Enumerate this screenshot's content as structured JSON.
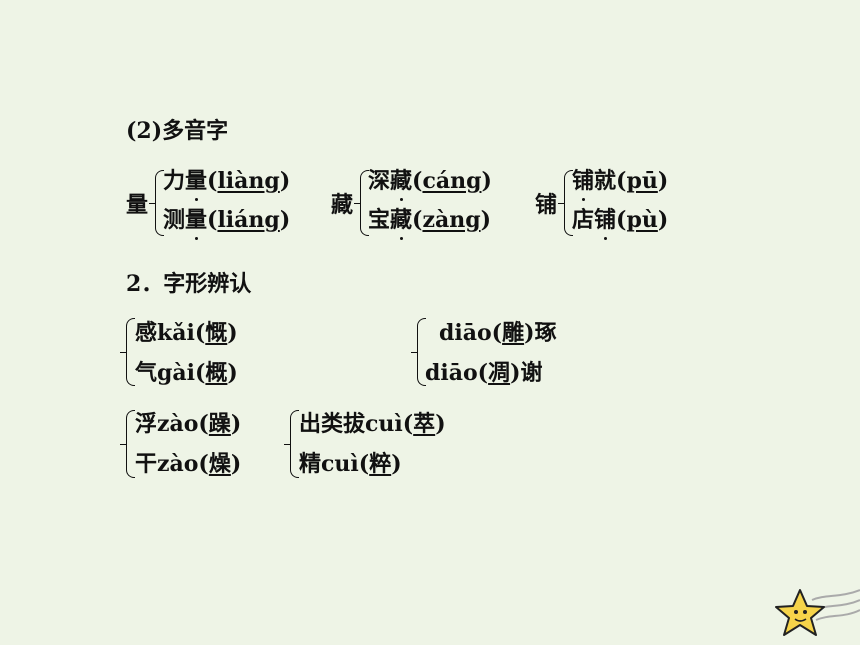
{
  "polyphones": {
    "heading": "(2)多音字",
    "groups": [
      {
        "char": "量",
        "items": [
          {
            "pre": "力",
            "dot": "量",
            "paren_open": "(",
            "pinyin": "liàng",
            "paren_close": ")",
            "post": ""
          },
          {
            "pre": "测",
            "dot": "量",
            "paren_open": "(",
            "pinyin": "liáng",
            "paren_close": ")",
            "post": ""
          }
        ]
      },
      {
        "char": "藏",
        "items": [
          {
            "pre": "深",
            "dot": "藏",
            "paren_open": "(",
            "pinyin": "cáng",
            "paren_close": ")",
            "post": ""
          },
          {
            "pre": "宝",
            "dot": "藏",
            "paren_open": "(",
            "pinyin": "zàng",
            "paren_close": ")",
            "post": ""
          }
        ]
      },
      {
        "char": "铺",
        "items": [
          {
            "pre": "",
            "dot": "铺",
            "paren_open": "",
            "pinyin": "",
            "paren_close": "",
            "post": "就(pū)",
            "post_pinyin": "pū"
          },
          {
            "pre": "店",
            "dot": "铺",
            "paren_open": "(",
            "pinyin": "pù",
            "paren_close": ")",
            "post": ""
          }
        ]
      }
    ]
  },
  "glyphs": {
    "heading": "2．字形辨认",
    "groups": [
      {
        "items": [
          {
            "pre": "感kǎi(",
            "ans": "慨",
            "post": ")"
          },
          {
            "pre": "气gài(",
            "ans": "概",
            "post": ")"
          }
        ]
      },
      {
        "items": [
          {
            "pre": "diāo(",
            "ans": "雕",
            "post": ")琢"
          },
          {
            "pre": "diāo(",
            "ans": "凋",
            "post": ")谢"
          }
        ]
      },
      {
        "items": [
          {
            "pre": "浮zào(",
            "ans": "躁",
            "post": ")"
          },
          {
            "pre": "干zào(",
            "ans": "燥",
            "post": ")"
          }
        ]
      },
      {
        "items": [
          {
            "pre": "出类拔cuì(",
            "ans": "萃",
            "post": ")"
          },
          {
            "pre": "精cuì(",
            "ans": "粹",
            "post": ")"
          }
        ]
      }
    ]
  },
  "colors": {
    "background": "#eef4e6",
    "star": "#f6d44a"
  }
}
